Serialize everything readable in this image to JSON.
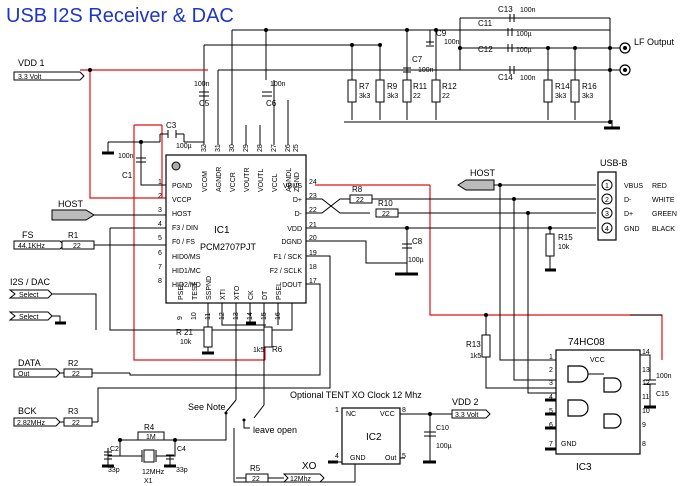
{
  "title": "USB I2S Receiver & DAC",
  "vdd1": {
    "label": "VDD 1",
    "value": "3.3 Volt"
  },
  "host_left": "HOST",
  "host_right": "HOST",
  "fs": {
    "label": "FS",
    "value": "44.1KHz"
  },
  "i2s_dac": {
    "label": "I2S / DAC",
    "select1": "Select",
    "select2": "Select"
  },
  "data": {
    "label": "DATA",
    "value": "Out"
  },
  "bck": {
    "label": "BCK",
    "value": "2.82MHz"
  },
  "lf_output": "LF Output",
  "ic1": {
    "name": "IC1",
    "part": "PCM2707PJT",
    "left_pins": [
      {
        "num": "1",
        "name": "PGND"
      },
      {
        "num": "2",
        "name": "VCCP"
      },
      {
        "num": "3",
        "name": "HOST"
      },
      {
        "num": "4",
        "name": "F3 / DIN"
      },
      {
        "num": "5",
        "name": "F0 / FS"
      },
      {
        "num": "6",
        "name": "HID0/MS"
      },
      {
        "num": "7",
        "name": "HID1/MC"
      },
      {
        "num": "8",
        "name": "HID2/MD"
      }
    ],
    "top_pins": [
      {
        "num": "32",
        "name": "VCOM"
      },
      {
        "num": "31",
        "name": "AGNDR"
      },
      {
        "num": "30",
        "name": "VCCR"
      },
      {
        "num": "29",
        "name": "VOUTR"
      },
      {
        "num": "28",
        "name": "VOUTL"
      },
      {
        "num": "27",
        "name": "VCCL"
      },
      {
        "num": "26",
        "name": "AGNDL"
      },
      {
        "num": "25",
        "name": "ZGND"
      }
    ],
    "right_pins": [
      {
        "num": "24",
        "name": "VBUS"
      },
      {
        "num": "23",
        "name": "D+"
      },
      {
        "num": "22",
        "name": "D-"
      },
      {
        "num": "21",
        "name": "VDD"
      },
      {
        "num": "20",
        "name": "DGND"
      },
      {
        "num": "19",
        "name": "F1 / SCK"
      },
      {
        "num": "18",
        "name": "F2 / SCLK"
      },
      {
        "num": "17",
        "name": "DOUT"
      }
    ],
    "bottom_pins": [
      {
        "num": "9",
        "name": "PSEL"
      },
      {
        "num": "10",
        "name": "TEST"
      },
      {
        "num": "11",
        "name": "SSPND"
      },
      {
        "num": "12",
        "name": "XTI"
      },
      {
        "num": "13",
        "name": "XTO"
      },
      {
        "num": "14",
        "name": "CK"
      },
      {
        "num": "15",
        "name": "DT"
      },
      {
        "num": "16",
        "name": "PSEL"
      }
    ]
  },
  "usb_b": {
    "name": "USB-B",
    "pins": [
      {
        "num": "1",
        "name": "VBUS",
        "color": "RED"
      },
      {
        "num": "2",
        "name": "D-",
        "color": "WHITE"
      },
      {
        "num": "3",
        "name": "D+",
        "color": "GREEN"
      },
      {
        "num": "4",
        "name": "GND",
        "color": "BLACK"
      }
    ]
  },
  "components": {
    "C1": {
      "ref": "C1",
      "value": "100n"
    },
    "C3": {
      "ref": "C3",
      "value": "100µ"
    },
    "C5": {
      "ref": "C5",
      "value": "100n"
    },
    "C6": {
      "ref": "C6",
      "value": "100n"
    },
    "C7": {
      "ref": "C7",
      "value": "100n"
    },
    "C8": {
      "ref": "C8",
      "value": "100µ"
    },
    "C9": {
      "ref": "C9",
      "value": "100n"
    },
    "C10": {
      "ref": "C10",
      "value": "100µ"
    },
    "C11": {
      "ref": "C11",
      "value": "100µ"
    },
    "C12": {
      "ref": "C12",
      "value": "100µ"
    },
    "C13": {
      "ref": "C13",
      "value": "100n"
    },
    "C14": {
      "ref": "C14",
      "value": "100n"
    },
    "C15": {
      "ref": "C15",
      "value": "100n"
    },
    "C2": {
      "ref": "C2",
      "value": "33p"
    },
    "C4": {
      "ref": "C4",
      "value": "33p"
    },
    "R1": {
      "ref": "R1",
      "value": "22"
    },
    "R2": {
      "ref": "R2",
      "value": "22"
    },
    "R3": {
      "ref": "R3",
      "value": "22"
    },
    "R4": {
      "ref": "R4",
      "value": "1M"
    },
    "R5": {
      "ref": "R5",
      "value": "22"
    },
    "R6": {
      "ref": "R6",
      "value": "1k5"
    },
    "R7": {
      "ref": "R7",
      "value": "3k3"
    },
    "R8": {
      "ref": "R8",
      "value": "22"
    },
    "R9": {
      "ref": "R9",
      "value": "3k3"
    },
    "R10": {
      "ref": "R10",
      "value": "22"
    },
    "R11": {
      "ref": "R11",
      "value": "22"
    },
    "R12": {
      "ref": "R12",
      "value": "22"
    },
    "R13": {
      "ref": "R13",
      "value": "1k5"
    },
    "R14": {
      "ref": "R14",
      "value": "3k3"
    },
    "R15": {
      "ref": "R15",
      "value": "10k"
    },
    "R16": {
      "ref": "R16",
      "value": "3k3"
    },
    "R21": {
      "ref": "R 21",
      "value": "10k"
    }
  },
  "crystal": {
    "ref": "X1",
    "value": "12MHz"
  },
  "see_note": "See Note",
  "leave_open": "leave open",
  "optional_xo": "Optional TENT XO Clock 12 Mhz",
  "ic2": {
    "name": "IC2",
    "nc": "NC",
    "vcc": "VCC",
    "gnd": "GND",
    "out": "Out",
    "pin1": "1",
    "pin4": "4",
    "pin5": "5",
    "pin8": "8"
  },
  "vdd2": {
    "label": "VDD 2",
    "value": "3.3 Volt"
  },
  "xo": {
    "label": "XO",
    "value": "12Mhz"
  },
  "ic3": {
    "name": "IC3",
    "part": "74HC08",
    "vcc": "VCC",
    "gnd": "GND",
    "pins": [
      "1",
      "2",
      "3",
      "4",
      "5",
      "6",
      "7",
      "8",
      "9",
      "10",
      "11",
      "12",
      "13",
      "14"
    ]
  }
}
